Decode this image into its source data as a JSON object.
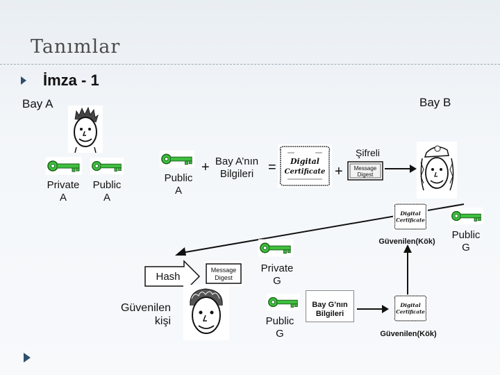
{
  "slide": {
    "title": "Tanımlar",
    "heading": "İmza - 1"
  },
  "labels": {
    "bay_a": "Bay A",
    "bay_b": "Bay B",
    "private_a": "Private\nA",
    "public_a_left": "Public\nA",
    "public_a_right": "Public\nA",
    "bay_a_bilgileri": "Bay A’nın\nBilgileri",
    "sifreli": "Şifreli",
    "guvenilen_kok_top": "Güvenilen(Kök)",
    "public_g_right": "Public\nG",
    "private_g": "Private\nG",
    "hash": "Hash",
    "guvenilen_kisi": "Güvenilen\nkişi",
    "public_g_bottom": "Public\nG",
    "bay_g_bilgileri": "Bay G’nın\nBilgileri",
    "guvenilen_kok_bottom": "Güvenilen(Kök)",
    "plus": "+",
    "equals": "=",
    "plus2": "+",
    "message_digest": "Message\nDigest",
    "digital_certificate": "Digital\nCertificate"
  },
  "colors": {
    "key_green": "#3fbf3f",
    "key_dark": "#1a5f1a",
    "accent": "#2f4f6f"
  },
  "icons": [
    "key-icon",
    "face-icon",
    "certificate-icon",
    "message-digest-icon",
    "arrow-icon"
  ]
}
